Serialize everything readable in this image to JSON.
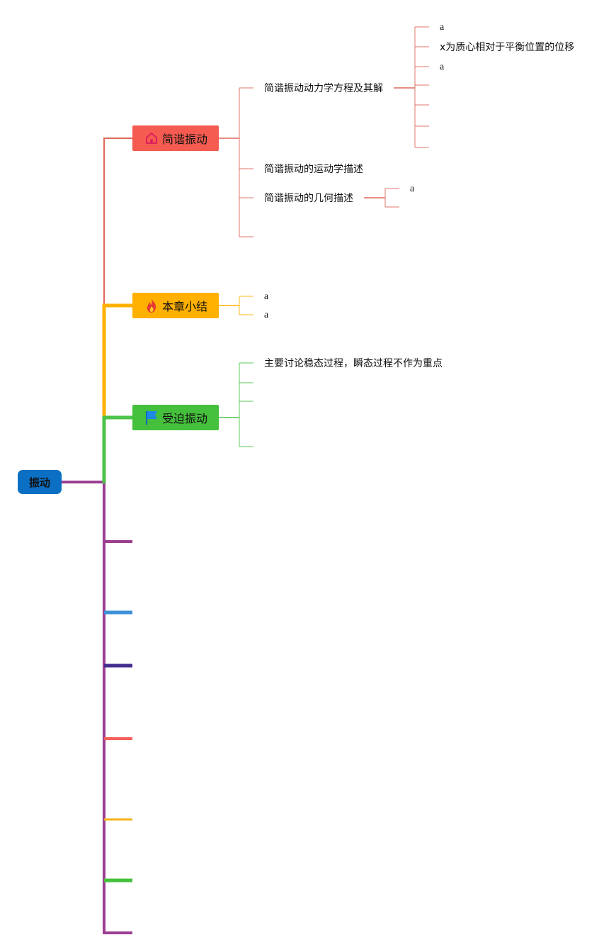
{
  "root": {
    "label": "振动",
    "color": "#0b6fc4"
  },
  "branches": [
    {
      "label": "简谐振动",
      "icon": "house-icon",
      "color": "#f55b50",
      "line_color": "#e0685a",
      "children": [
        {
          "label": "简谐振动动力学方程及其解",
          "children": [
            "a",
            "x为质心相对于平衡位置的位移",
            "a",
            "",
            "",
            "",
            ""
          ]
        },
        {
          "label": "简谐振动的运动学描述",
          "children": []
        },
        {
          "label": "简谐振动的几何描述",
          "children": [
            "a",
            ""
          ]
        },
        {
          "label": "",
          "children": []
        }
      ]
    },
    {
      "label": "本章小结",
      "icon": "fire-icon",
      "color": "#ffb000",
      "line_color": "#ffb000",
      "children": [
        {
          "label": "a"
        },
        {
          "label": "a"
        }
      ]
    },
    {
      "label": "受迫振动",
      "icon": "flag-icon",
      "color": "#45c03c",
      "line_color": "#4cc34a",
      "children": [
        {
          "label": "主要讨论稳态过程，瞬态过程不作为重点"
        },
        {
          "label": ""
        },
        {
          "label": ""
        },
        {
          "label": ""
        }
      ]
    }
  ],
  "stubs": [
    {
      "color": "#9b3e90"
    },
    {
      "color": "#3f8fd8"
    },
    {
      "color": "#432d8f"
    },
    {
      "color": "#f2605a"
    },
    {
      "color": "#f6b31b"
    },
    {
      "color": "#45c03c"
    },
    {
      "color": "#9b3e90"
    }
  ]
}
